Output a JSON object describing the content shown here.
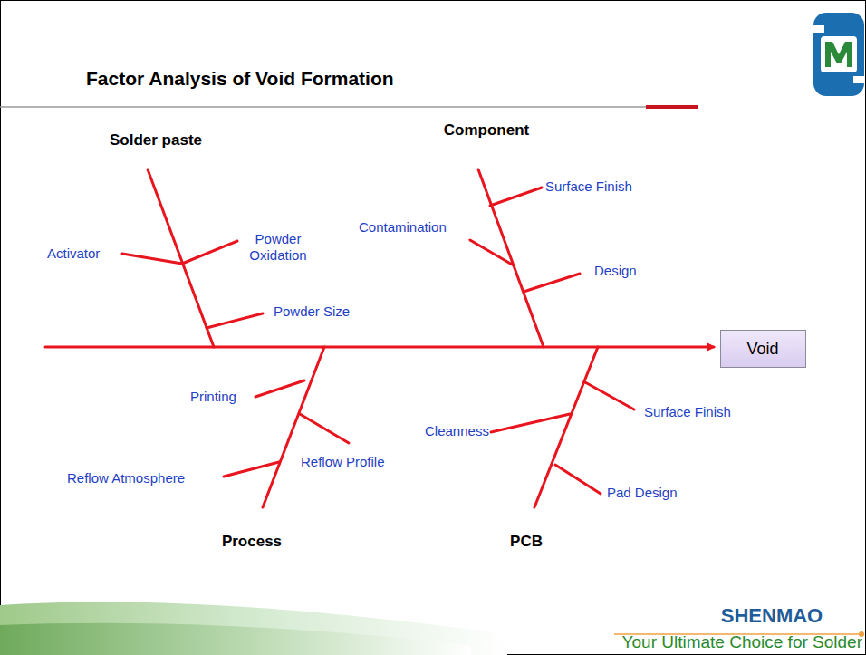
{
  "diagram": {
    "title": "Factor Analysis of Void Formation",
    "nodes": [
      {
        "text": [
          "Void"
        ]
      }
    ],
    "edges": [],
    "labels": [
      "Solder paste",
      "Activator",
      "Powder Oxidation",
      "Powder Size",
      "Component",
      "Contamination",
      "Surface Finish",
      "Design",
      "Process",
      "Printing",
      "Reflow Profile",
      "Reflow Atmosphere",
      "PCB",
      "Cleanness",
      "Surface Finish",
      "Pad Design",
      "SHENMAO",
      "Your Ultimate Choice for Solder"
    ]
  }
}
